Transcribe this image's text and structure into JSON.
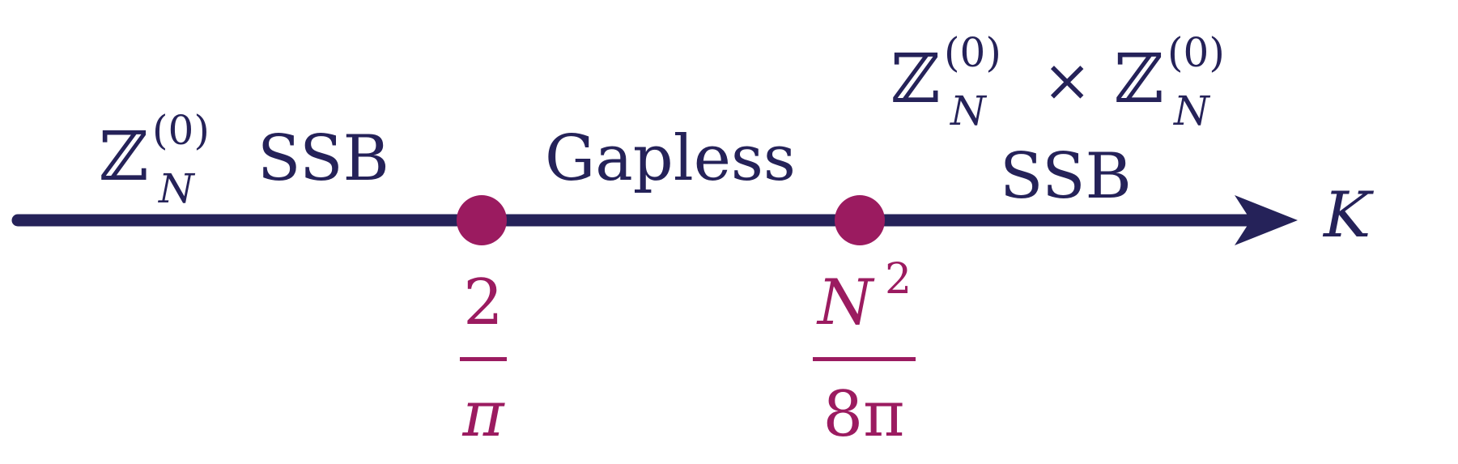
{
  "colors": {
    "axis": "#252259",
    "point": "#9b1b60",
    "label": "#252259"
  },
  "axis": {
    "variable": "K"
  },
  "phases": {
    "left": {
      "group_symbol": "ℤ",
      "group_sub": "N",
      "group_sup": "(0)",
      "word": "SSB"
    },
    "middle": {
      "label": "Gapless"
    },
    "right": {
      "group_symbol": "ℤ",
      "group_sub": "N",
      "group_sup": "(0)",
      "times": "×",
      "group2_symbol": "ℤ",
      "group2_sub": "N",
      "group2_sup": "(0)",
      "word": "SSB"
    }
  },
  "critical_points": [
    {
      "numerator": "2",
      "denominator": "π"
    },
    {
      "numerator_base": "N",
      "numerator_exp": "2",
      "denominator": "8π"
    }
  ]
}
